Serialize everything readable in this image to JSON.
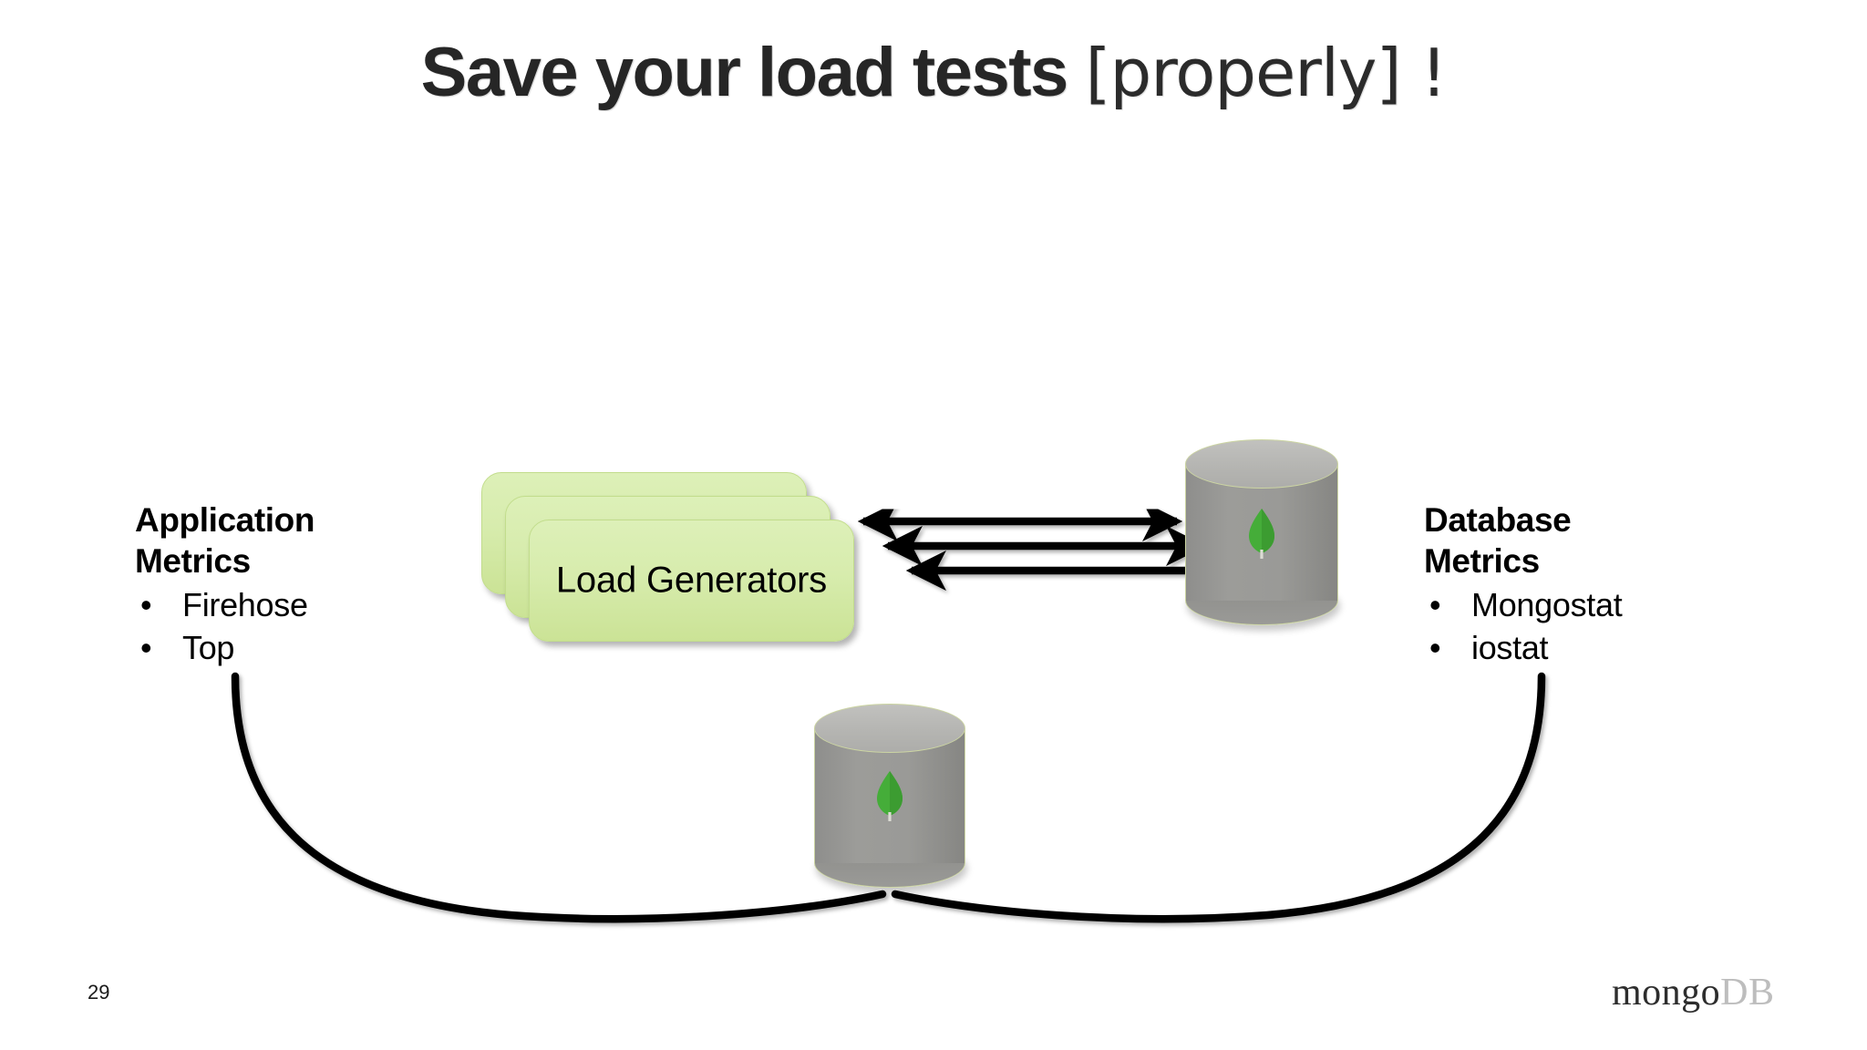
{
  "slide": {
    "background_color": "#ffffff",
    "page_number": "29"
  },
  "title": {
    "main": "Save your load tests ",
    "tail": "[properly] !",
    "color": "#262626"
  },
  "left_metrics": {
    "heading_line1": "Application",
    "heading_line2": "Metrics",
    "bullet_glyph": "•",
    "items": [
      {
        "label": "Firehose"
      },
      {
        "label": "Top"
      }
    ]
  },
  "right_metrics": {
    "heading_line1": "Database",
    "heading_line2": "Metrics",
    "bullet_glyph": "•",
    "items": [
      {
        "label": "Mongostat"
      },
      {
        "label": "iostat"
      }
    ]
  },
  "load_generators": {
    "label": "Load Generators",
    "card_count": 3,
    "fill_top_color": "#ddf0b8",
    "fill_bottom_color": "#cbe396",
    "border_color": "#c2dd8c"
  },
  "databases": [
    {
      "name": "database-cylinder-right",
      "icon": "mongodb-leaf-icon",
      "body_color": "#9a9a97",
      "top_color": "#b4b4b1",
      "outline_color": "#ccd5a3",
      "leaf_color": "#4cb23f"
    },
    {
      "name": "database-cylinder-bottom",
      "icon": "mongodb-leaf-icon",
      "body_color": "#9a9a97",
      "top_color": "#b4b4b1",
      "outline_color": "#ccd5a3",
      "leaf_color": "#4cb23f"
    }
  ],
  "connectors": {
    "double_arrow_count": 3,
    "double_arrow_color": "#000000",
    "curve_color": "#000000",
    "curve_count": 2
  },
  "brand": {
    "mongo": "mongo",
    "db": "DB",
    "mongo_color": "#2d2d2d",
    "db_color": "#bdbdbd"
  }
}
